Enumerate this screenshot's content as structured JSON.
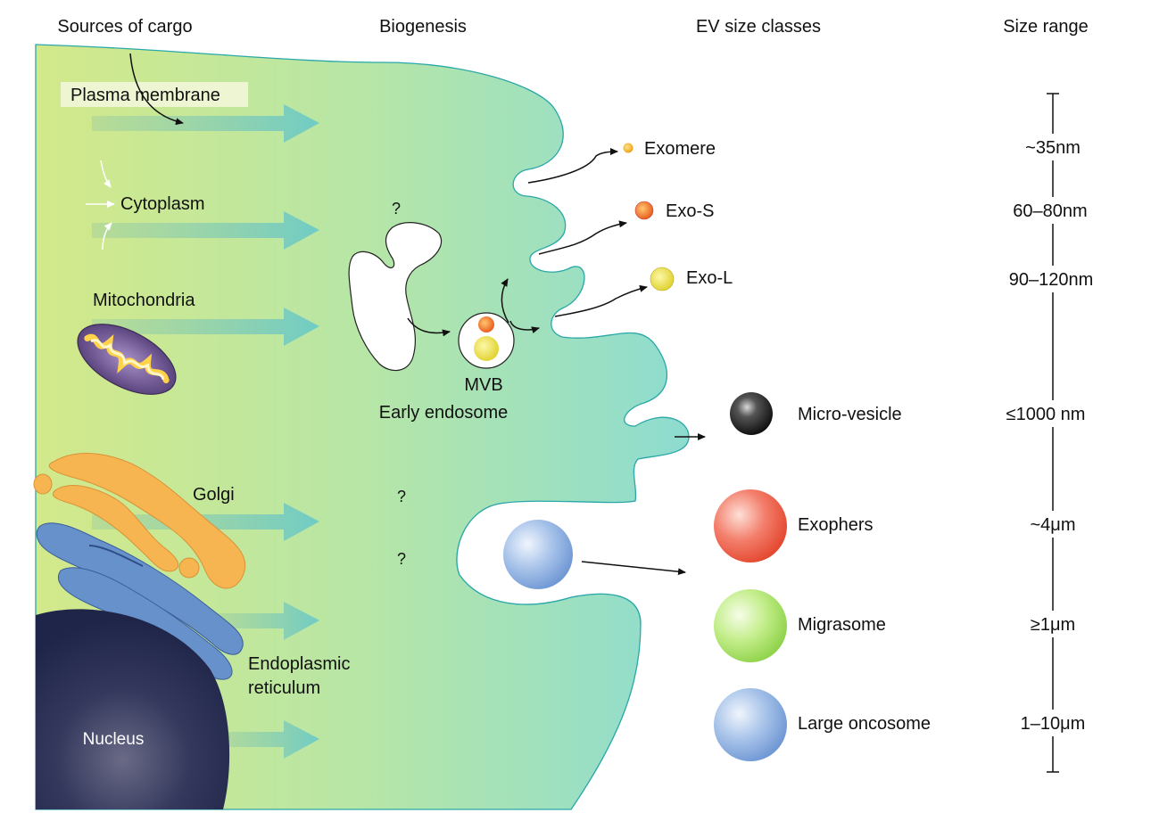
{
  "headers": {
    "sources": "Sources of cargo",
    "biogenesis": "Biogenesis",
    "ev_classes": "EV size classes",
    "size_range": "Size range"
  },
  "sources": {
    "plasma_membrane": "Plasma membrane",
    "cytoplasm": "Cytoplasm",
    "mitochondria": "Mitochondria",
    "golgi": "Golgi",
    "er_line1": "Endoplasmic",
    "er_line2": "reticulum",
    "nucleus": "Nucleus"
  },
  "biogenesis": {
    "question_mark": "?",
    "mvb": "MVB",
    "early_endosome": "Early endosome"
  },
  "ev_classes": [
    {
      "name": "Exomere",
      "size": "~35nm",
      "color": "#f2b21c"
    },
    {
      "name": "Exo-S",
      "size": "60–80nm",
      "color": "#e8571c"
    },
    {
      "name": "Exo-L",
      "size": "90–120nm",
      "color": "#e8df2c"
    },
    {
      "name": "Micro-vesicle",
      "size": "≤1000 nm",
      "color": "#222222"
    },
    {
      "name": "Exophers",
      "size": "~4μm",
      "color": "#ef5a45"
    },
    {
      "name": "Migrasome",
      "size": "≥1μm",
      "color": "#9fdc56"
    },
    {
      "name": "Large oncosome",
      "size": "1–10μm",
      "color": "#7ea6dc"
    }
  ],
  "colors": {
    "cell_gradient_start": "#cfe68a",
    "cell_gradient_end": "#8fdcc8",
    "cell_outline": "#2aa7a8",
    "arrow_fill": "#7fc9c9",
    "golgi": "#f5b24e",
    "er": "#5f8ac6",
    "nucleus": "#2b2f52"
  }
}
